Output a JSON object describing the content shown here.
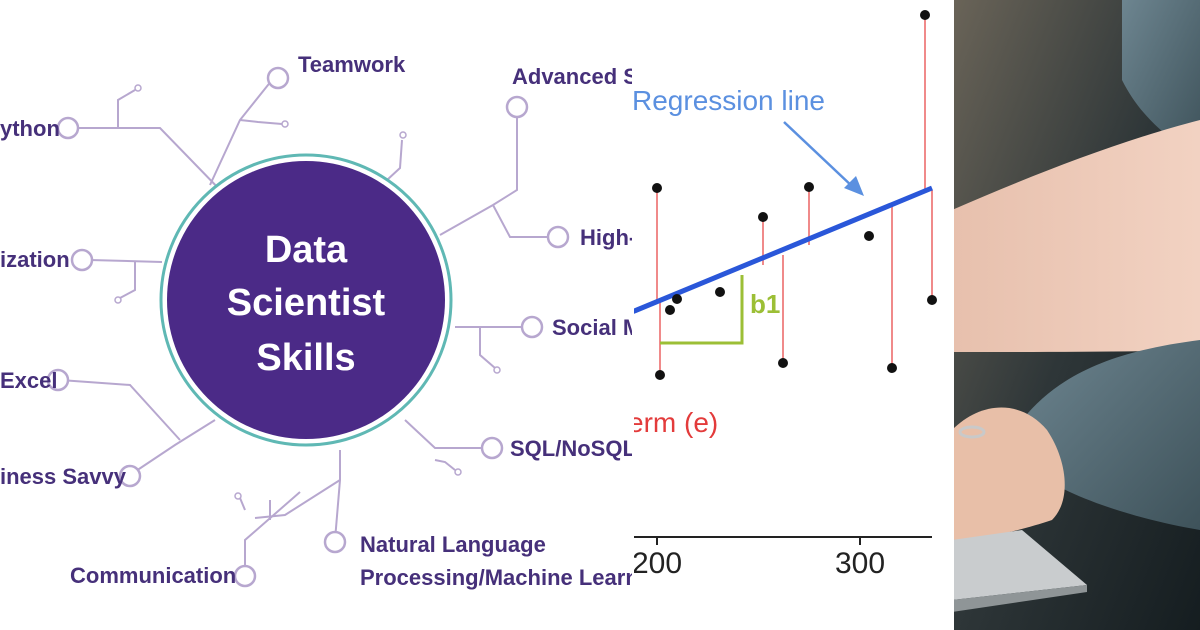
{
  "mindmap": {
    "center_lines": [
      "Data",
      "Scientist",
      "Skills"
    ],
    "skills": {
      "teamwork": "Teamwork",
      "advanced_stats": "Advanced St",
      "python": "ython",
      "high": "High-",
      "visualization": "ization",
      "social": "Social M",
      "excel": "Excel",
      "sql": "SQL/NoSQL",
      "business": "iness Savvy",
      "nlp_line1": "Natural Language",
      "nlp_line2": "Processing/Machine Learnin",
      "communication": "Communication"
    },
    "colors": {
      "hub": "#4b2a87",
      "ring": "#5fb8b4",
      "lines": "#b7a7cf",
      "label": "#46307a"
    }
  },
  "regression_chart": {
    "labels": {
      "regression_line": "Regression line",
      "slope": "b1",
      "error_term": "erm (e)"
    },
    "x_ticks": [
      "200",
      "300"
    ],
    "colors": {
      "line": "#2a57d9",
      "residual": "#f08a8a",
      "slope": "#9cbf36",
      "error": "#e33b3b",
      "annotation": "#5b90e0"
    }
  },
  "photo": {
    "description_icon": "arm-typing-on-laptop-photo"
  }
}
